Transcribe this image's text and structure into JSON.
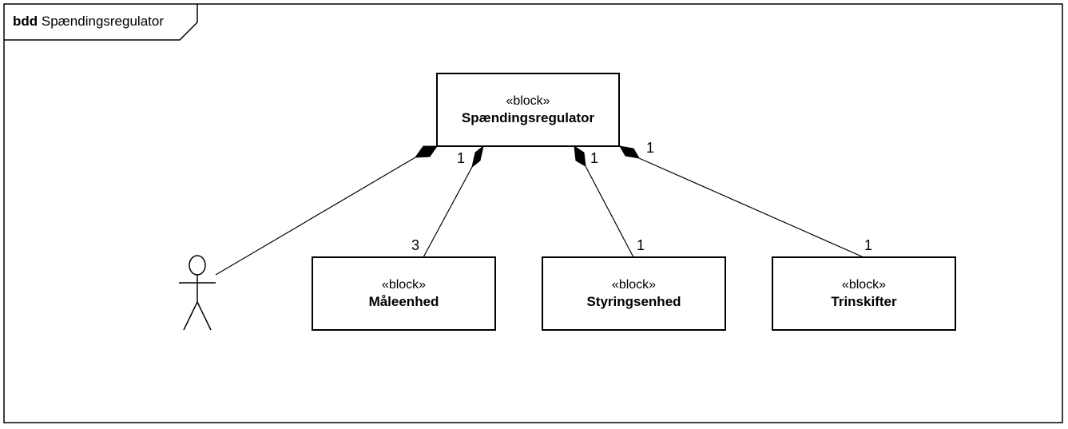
{
  "frame": {
    "kind": "bdd",
    "name": "Spændingsregulator"
  },
  "blocks": {
    "root": {
      "stereotype": "«block»",
      "name": "Spændingsregulator"
    },
    "maaleenhed": {
      "stereotype": "«block»",
      "name": "Måleenhed"
    },
    "styringsenhed": {
      "stereotype": "«block»",
      "name": "Styringsenhed"
    },
    "trinskifter": {
      "stereotype": "«block»",
      "name": "Trinskifter"
    }
  },
  "actor": {
    "name": ""
  },
  "multiplicities": {
    "maaleenhed_owner": "1",
    "maaleenhed_part": "3",
    "styringsenhed_owner": "1",
    "styringsenhed_part": "1",
    "trinskifter_owner": "1",
    "trinskifter_part": "1"
  }
}
